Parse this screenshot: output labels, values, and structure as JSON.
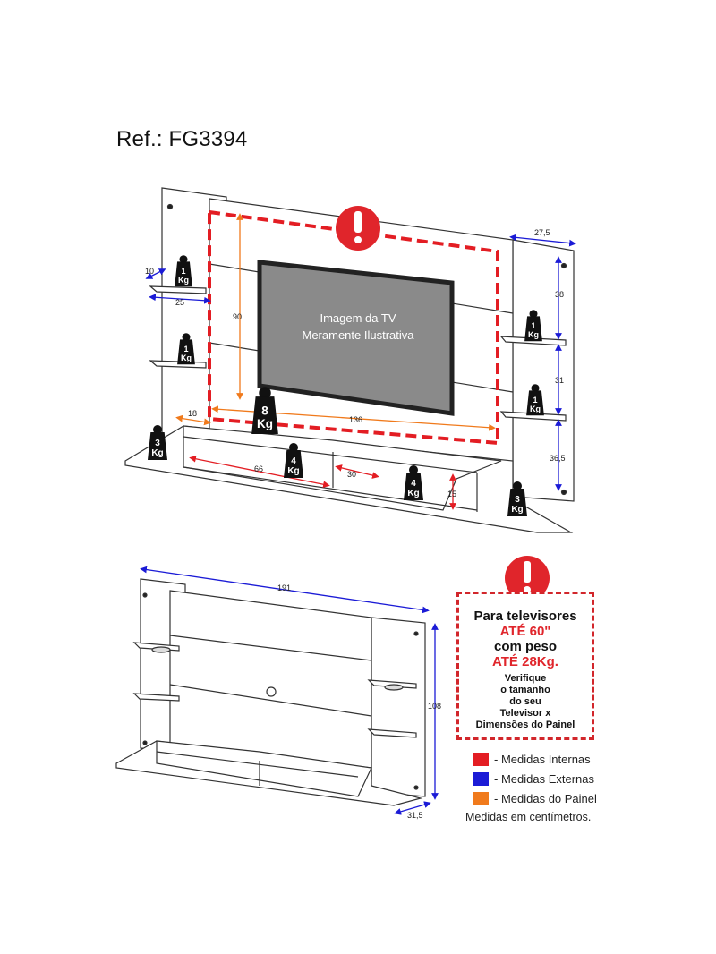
{
  "ref": "Ref.: FG3394",
  "tv_label": [
    "Imagem da TV",
    "Meramente Ilustrativa"
  ],
  "weights": [
    {
      "num": "1",
      "unit": "Kg"
    },
    {
      "num": "1",
      "unit": "Kg"
    },
    {
      "num": "1",
      "unit": "Kg"
    },
    {
      "num": "1",
      "unit": "Kg"
    },
    {
      "num": "8",
      "unit": "Kg"
    },
    {
      "num": "3",
      "unit": "Kg"
    },
    {
      "num": "4",
      "unit": "Kg"
    },
    {
      "num": "4",
      "unit": "Kg"
    },
    {
      "num": "3",
      "unit": "Kg"
    }
  ],
  "dims_top": [
    "10",
    "25",
    "90",
    "18",
    "136",
    "66",
    "30",
    "15",
    "27,5",
    "38",
    "31",
    "36,5"
  ],
  "dims_bottom": [
    "191",
    "108",
    "31,5"
  ],
  "warning": {
    "line1": "Para televisores",
    "line2": "ATÉ 60\"",
    "line3": "com peso",
    "line4": "ATÉ 28Kg.",
    "line5": "Verifique",
    "line6": "o tamanho",
    "line7": "do seu",
    "line8": "Televisor x",
    "line9": "Dimensões do Painel"
  },
  "legend": [
    {
      "label": "- Medidas Internas",
      "color": "#e31d23"
    },
    {
      "label": "- Medidas Externas",
      "color": "#1b1bd6"
    },
    {
      "label": "- Medidas do Painel",
      "color": "#f07a1c"
    }
  ],
  "units_note": "Medidas em centímetros.",
  "colors": {
    "warning_red": "#e0252b",
    "internal": "#e31d23",
    "external": "#1b1bd6",
    "panel": "#f07a1c"
  },
  "icons": [
    "exclamation-icon",
    "weight-icon"
  ]
}
